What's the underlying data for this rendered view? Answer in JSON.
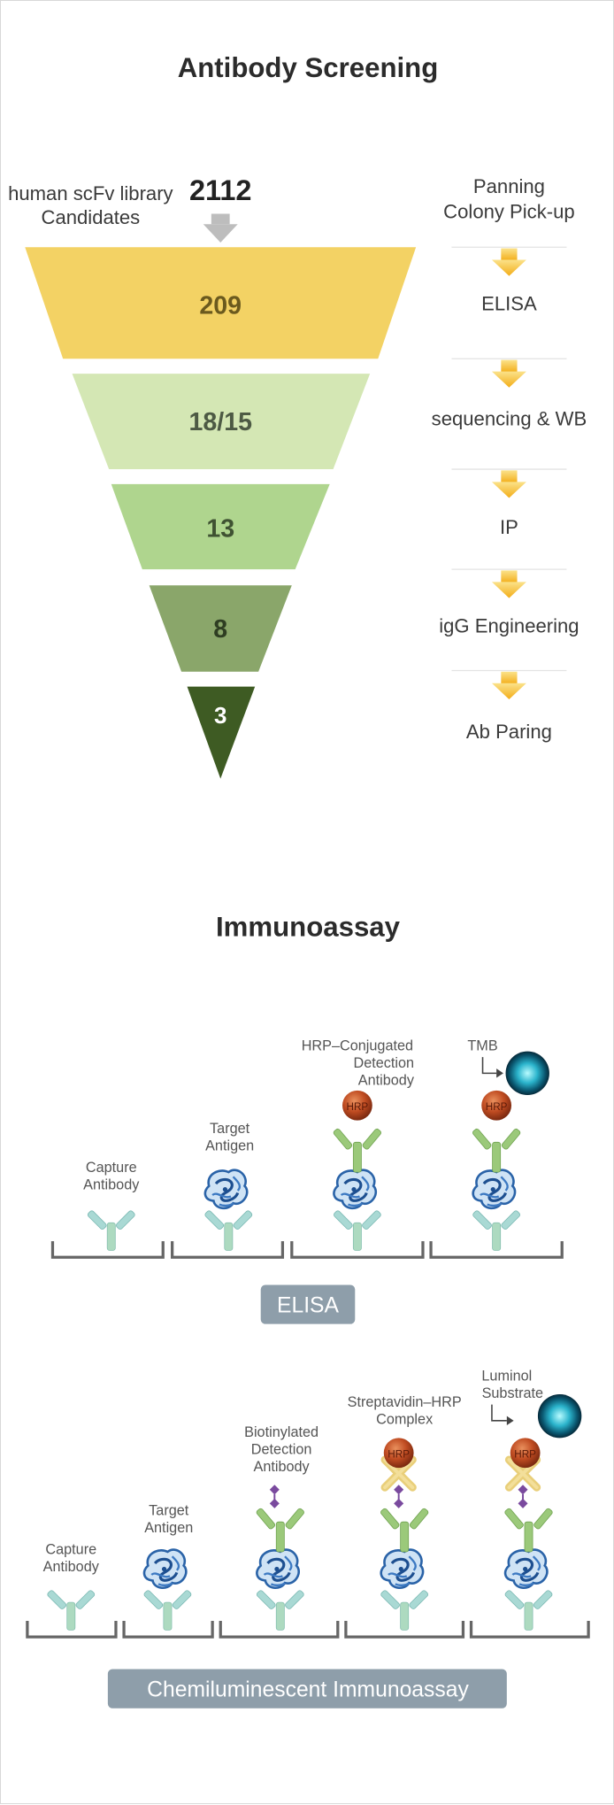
{
  "screening": {
    "title": "Antibody Screening",
    "library_label_1": "human scFv library",
    "library_label_2": "Candidates",
    "library_count": "2112",
    "funnel": [
      "209",
      "18/15",
      "13",
      "8",
      "3"
    ],
    "steps": [
      "Panning",
      "Colony Pick-up",
      "ELISA",
      "sequencing & WB",
      "IP",
      "igG Engineering",
      "Ab Paring"
    ]
  },
  "immunoassay": {
    "title": "Immunoassay",
    "elisa": {
      "capture": [
        "Capture",
        "Antibody"
      ],
      "target": [
        "Target",
        "Antigen"
      ],
      "hrp_detect": [
        "HRP–Conjugated",
        "Detection",
        "Antibody"
      ],
      "tmb": "TMB",
      "hrp_tag": "HRP",
      "button": "ELISA"
    },
    "chemi": {
      "capture": [
        "Capture",
        "Antibody"
      ],
      "target": [
        "Target",
        "Antigen"
      ],
      "biotin": [
        "Biotinylated",
        "Detection",
        "Antibody"
      ],
      "strep": [
        "Streptavidin–HRP",
        "Complex"
      ],
      "luminol": [
        "Luminol",
        "Substrate"
      ],
      "hrp_tag": "HRP",
      "button": "Chemiluminescent Immunoassay"
    }
  },
  "colors": {
    "funnel": [
      "#f3d264",
      "#d4e7b4",
      "#afd58e",
      "#8aa66a",
      "#3e5b23"
    ],
    "arrow": "#f5b724",
    "antibody_green": "#9bc97a",
    "antibody_blue": "#a9d9d4",
    "antigen": "#2a63a8",
    "hrp": "#bf4a22",
    "button": "#8e9eaa"
  }
}
